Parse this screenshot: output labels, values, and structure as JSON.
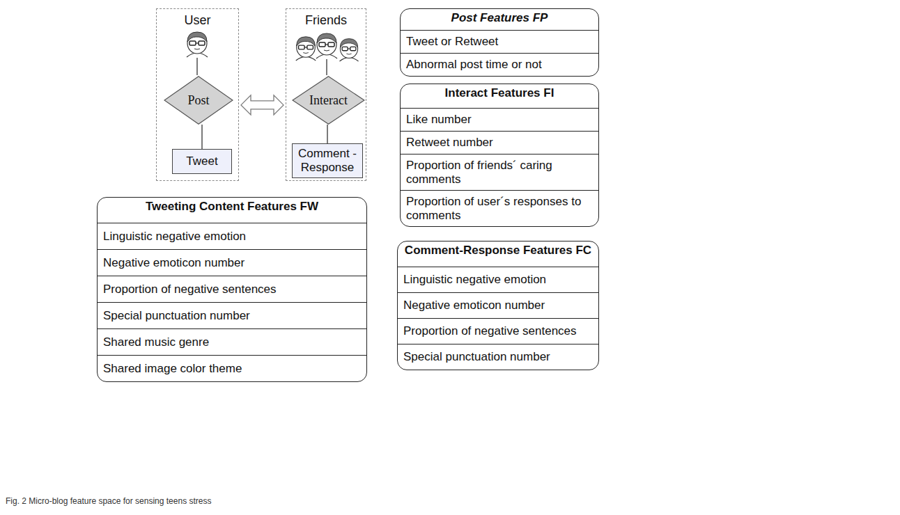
{
  "diagram": {
    "caption": "Fig. 2 Micro-blog feature space for sensing teens stress",
    "nodes": [
      {
        "text": [
          "User"
        ]
      },
      {
        "text": [
          "Post"
        ],
        "in": 0
      },
      {
        "text": [
          "Tweet"
        ],
        "in": 0
      },
      {
        "text": [
          "Friends"
        ]
      },
      {
        "text": [
          "Interact"
        ],
        "in": 3
      },
      {
        "text": [
          "Comment - Response"
        ],
        "in": 3
      },
      {
        "text": [
          "Post Features FP",
          "Tweet or Retweet",
          "Abnormal post time or not"
        ]
      },
      {
        "text": [
          "Interact Features FI",
          "Like number",
          "Retweet number",
          "Proportion of friends´ caring comments",
          "Proportion of user´s responses to comments"
        ]
      },
      {
        "text": [
          "Tweeting Content Features FW",
          "Linguistic negative emotion",
          "Negative emoticon number",
          "Proportion of negative sentences",
          "Special punctuation number",
          "Shared music genre",
          "Shared image color theme"
        ]
      },
      {
        "text": [
          "Comment-Response Features FC",
          "Linguistic negative emotion",
          "Negative emoticon number",
          "Proportion of negative sentences",
          "Special punctuation number"
        ]
      }
    ],
    "edges": [
      {
        "from": 0,
        "to": 3,
        "arrow": "both"
      },
      {
        "from": 1,
        "to": 2,
        "arrow": "none"
      },
      {
        "from": 4,
        "to": 5,
        "arrow": "none"
      }
    ]
  }
}
